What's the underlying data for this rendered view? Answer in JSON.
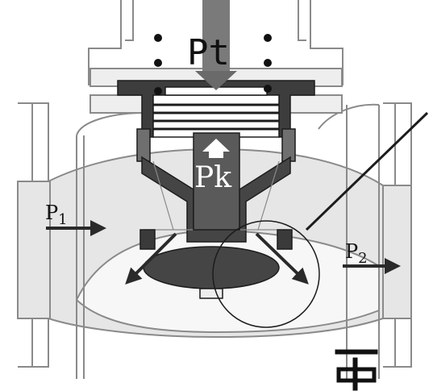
{
  "labels": {
    "pt": "Pt",
    "pk": "Pk",
    "p1": "P",
    "p1_sub": "1",
    "p2": "P",
    "p2_sub": "2"
  },
  "colors": {
    "body_fill": "#e6e6e6",
    "body_stroke": "#8a8a8a",
    "dark": "#454545",
    "darkest": "#1c1c1c",
    "mid": "#6f6f6f",
    "light": "#f4f4f4"
  }
}
